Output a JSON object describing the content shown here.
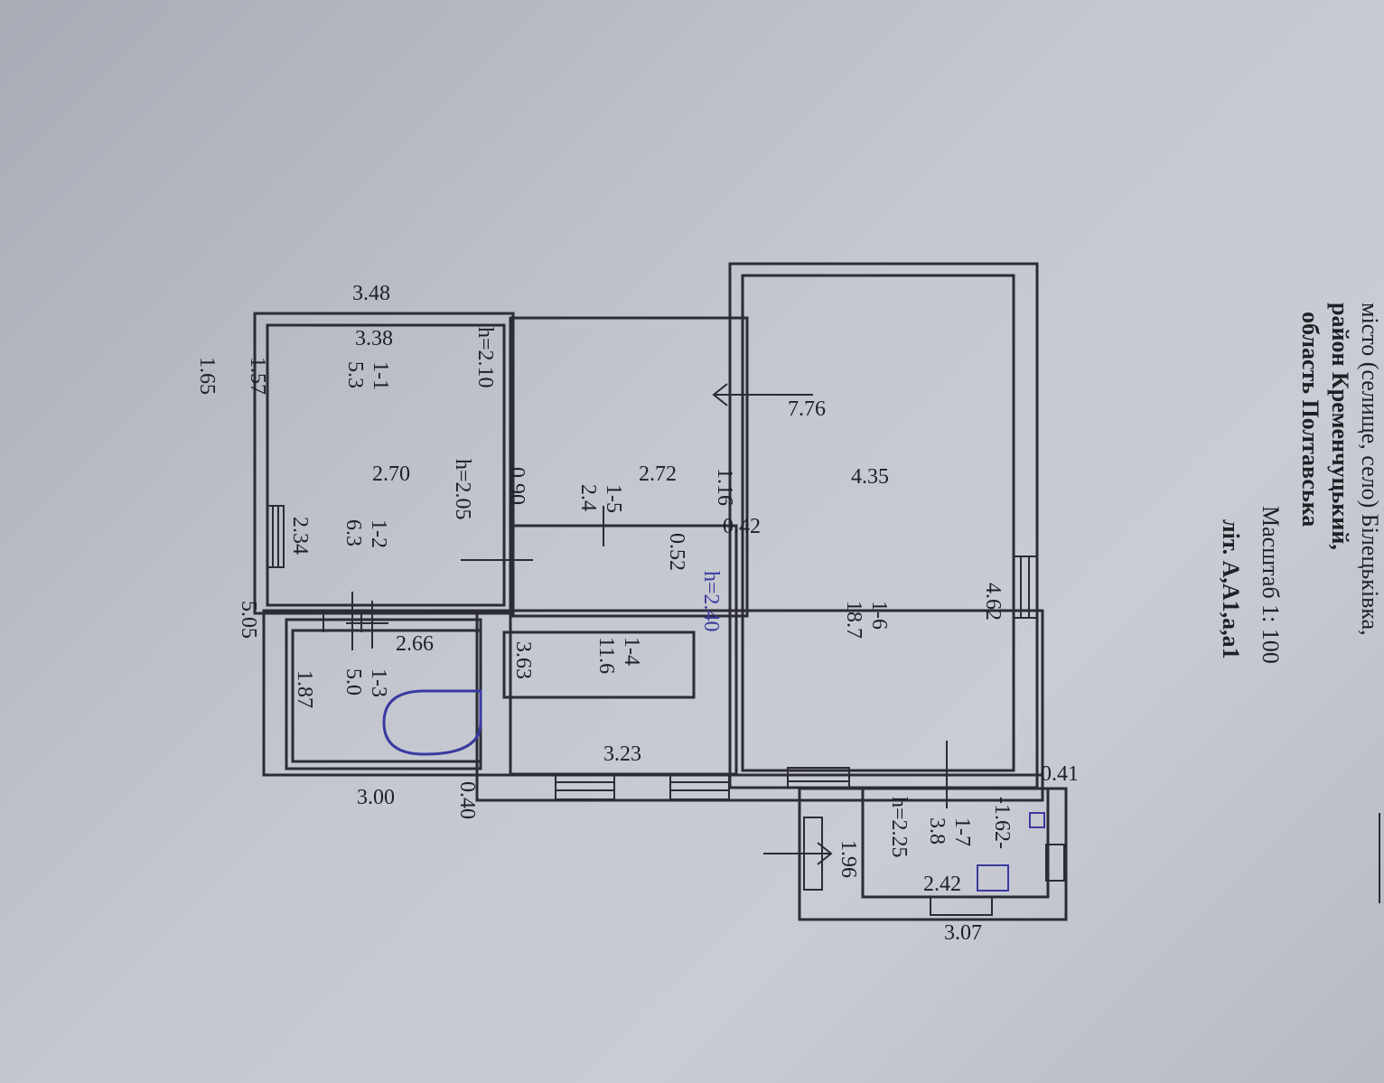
{
  "header": {
    "line1": "місто (селище, село) Білецьківка,",
    "line2": "район Кременчуцький,",
    "line3": "область Полтавська",
    "scale": "Масштаб 1: 100",
    "letters": "літ. А,А1,а,а1"
  },
  "rooms": [
    {
      "id": "1-1",
      "area": "5.3"
    },
    {
      "id": "1-2",
      "area": "6.3"
    },
    {
      "id": "1-3",
      "area": "5.0"
    },
    {
      "id": "1-4",
      "area": "11.6"
    },
    {
      "id": "1-5",
      "area": "2.4"
    },
    {
      "id": "1-6",
      "area": "18.7"
    },
    {
      "id": "1-7",
      "area": "3.8"
    }
  ],
  "heights": [
    "h=2.10",
    "h=2.05",
    "h=2.40",
    "h=2.25"
  ],
  "dimensions": {
    "d348": "3.48",
    "d338": "3.38",
    "d165": "1.65",
    "d157": "1.57",
    "d776": "7.76",
    "d270": "2.70",
    "d234": "2.34",
    "d505": "5.05",
    "d266": "2.66",
    "d187": "1.87",
    "d300": "3.00",
    "d040": "0.40",
    "d090": "0.90",
    "d272": "2.72",
    "d116": "1.16",
    "d042": "0.42",
    "d052": "0.52",
    "d363": "3.63",
    "d323": "3.23",
    "d435": "4.35",
    "d462": "4.62",
    "d041": "0.41",
    "d162": "-1.62-",
    "d196": "1.96",
    "d242": "2.42",
    "d307": "3.07"
  },
  "colors": {
    "paper": "#c4c7cf",
    "ink": "#1f1f26",
    "blue_ink": "#3a3aa0"
  }
}
